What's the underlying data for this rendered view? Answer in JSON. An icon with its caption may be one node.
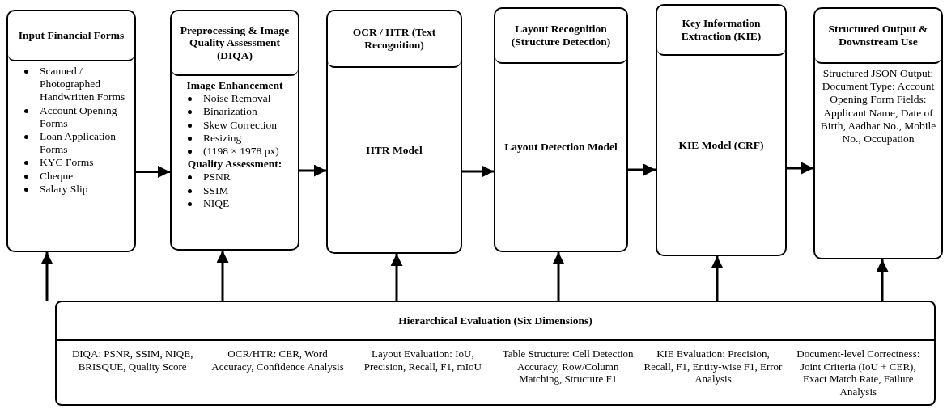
{
  "diagram": {
    "nodes": [
      {
        "text": [
          "Input Financial Forms",
          "Scanned / Photographed Handwritten Forms",
          "Account Opening Forms",
          "Loan Application Forms",
          "KYC Forms",
          "Cheque",
          "Salary Slip"
        ]
      },
      {
        "text": [
          "Preprocessing & Image Quality Assessment (DIQA)",
          "Image Enhancement",
          "Noise Removal",
          "Binarization",
          "Skew Correction",
          "Resizing",
          "(1198 × 1978 px)",
          "Quality Assessment:",
          "PSNR",
          "SSIM",
          "NIQE"
        ]
      },
      {
        "text": [
          "OCR / HTR (Text Recognition)",
          "HTR Model"
        ]
      },
      {
        "text": [
          "Layout Recognition (Structure Detection)",
          "Layout Detection Model"
        ]
      },
      {
        "text": [
          "Key Information Extraction (KIE)",
          "KIE Model (CRF)"
        ]
      },
      {
        "text": [
          "Structured Output & Downstream Use",
          "Structured JSON Output: Document Type: Account Opening Form Fields: Applicant Name, Date of Birth, Aadhar No., Mobile No., Occupation"
        ]
      },
      {
        "text": [
          "Hierarchical Evaluation (Six Dimensions)",
          "DIQA: PSNR, SSIM, NIQE, BRISQUE, Quality Score",
          "OCR/HTR: CER, Word Accuracy, Confidence Analysis",
          "Layout Evaluation: IoU, Precision, Recall, F1, mIoU",
          "Table Structure: Cell Detection Accuracy, Row/Column Matching, Structure F1",
          "KIE Evaluation: Precision, Recall, F1, Entity-wise F1, Error Analysis",
          "Document-level Correctness: Joint Criteria (IoU + CER), Exact Match Rate, Failure Analysis"
        ]
      }
    ],
    "edges": [
      {
        "from": 0,
        "to": 1,
        "arrow": "to"
      },
      {
        "from": 1,
        "to": 2,
        "arrow": "to"
      },
      {
        "from": 2,
        "to": 3,
        "arrow": "to"
      },
      {
        "from": 3,
        "to": 4,
        "arrow": "to"
      },
      {
        "from": 4,
        "to": 5,
        "arrow": "to"
      },
      {
        "from": 6,
        "to": 0,
        "arrow": "to"
      },
      {
        "from": 6,
        "to": 1,
        "arrow": "to"
      },
      {
        "from": 6,
        "to": 2,
        "arrow": "to"
      },
      {
        "from": 6,
        "to": 3,
        "arrow": "to"
      },
      {
        "from": 6,
        "to": 4,
        "arrow": "to"
      },
      {
        "from": 6,
        "to": 5,
        "arrow": "to"
      }
    ]
  }
}
